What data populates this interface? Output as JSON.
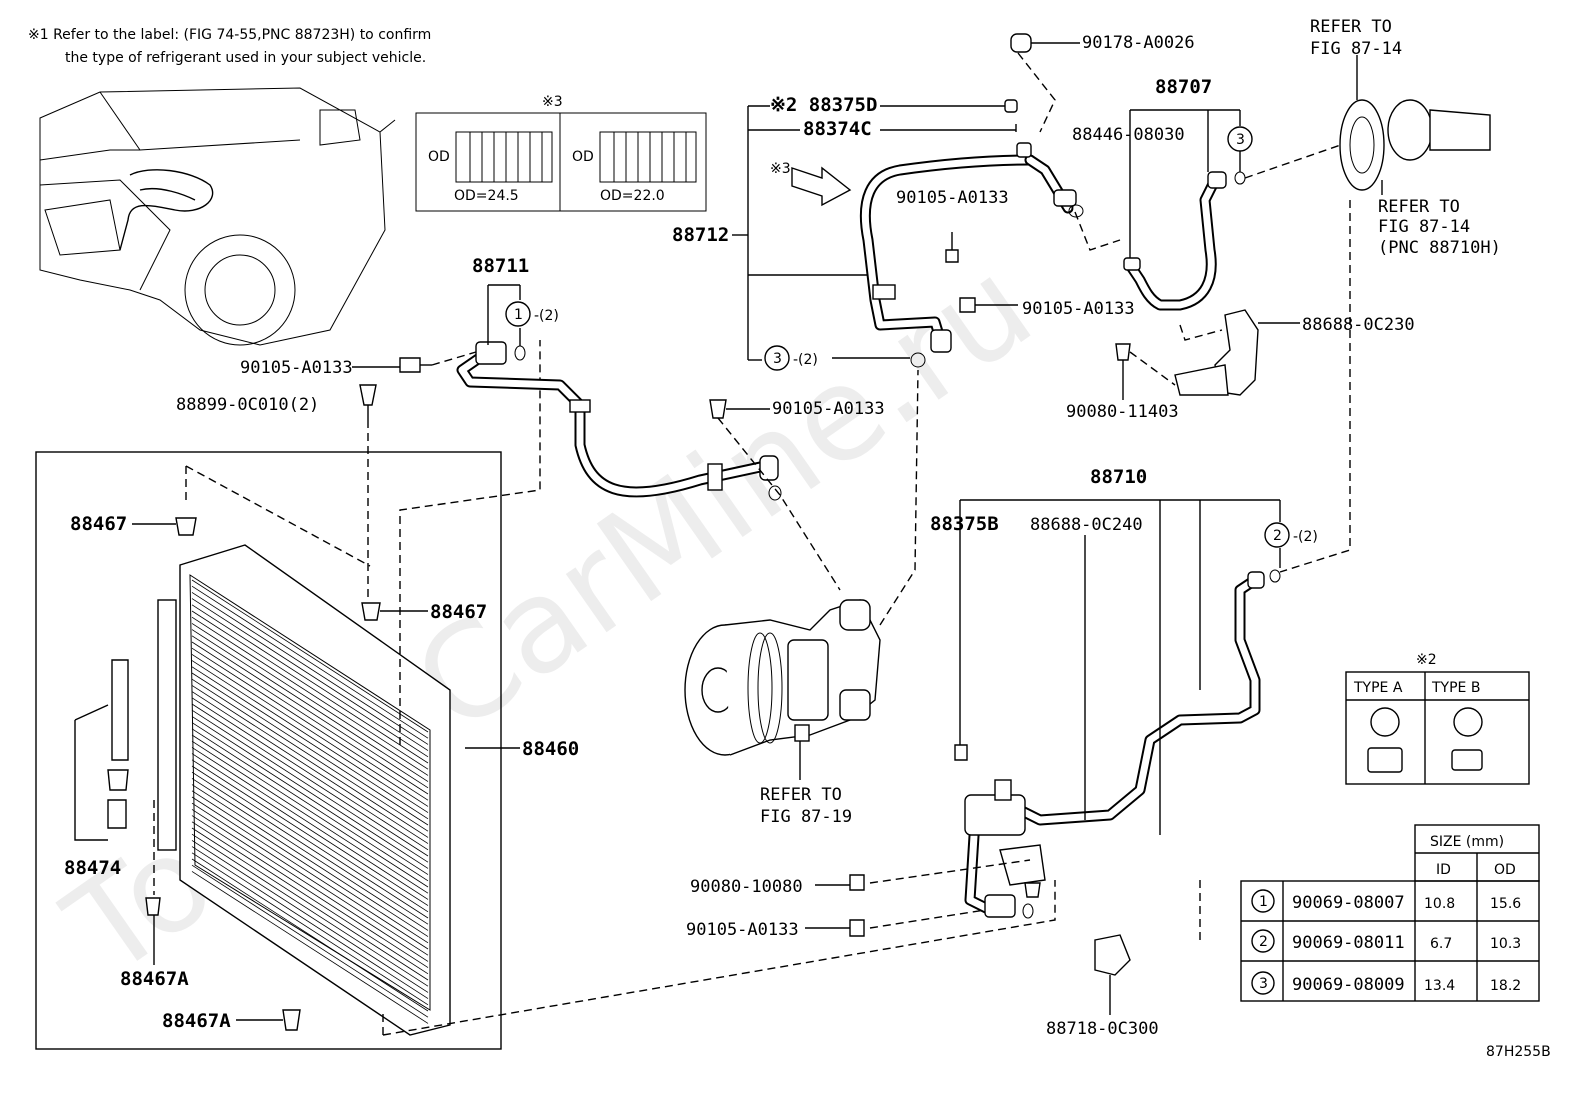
{
  "note": {
    "line1": "※1 Refer to the label: (FIG 74-55,PNC 88723H) to confirm",
    "line2": "the type of refrigerant used in your subject vehicle."
  },
  "watermark": "ToyotaCarMine.ru",
  "figure_code": "87H255B",
  "od_box": {
    "mark": "※3",
    "od_label": "OD",
    "left_value": "OD=24.5",
    "right_value": "OD=22.0"
  },
  "labels": {
    "l_90178_A0026": "90178-A0026",
    "l_88375D": "※2 88375D",
    "l_88374C": "88374C",
    "l_mark3_arrow": "※3",
    "l_88712": "88712",
    "l_90105_upper": "90105-A0133",
    "l_90105_mid": "90105-A0133",
    "l_88707": "88707",
    "l_88446_08030": "88446-08030",
    "l_88688_0C230": "88688-0C230",
    "l_90080_11403": "90080-11403",
    "l_88711": "88711",
    "l_90105_left": "90105-A0133",
    "l_88899_0C010": "88899-0C010(2)",
    "l_90105_comp": "90105-A0133",
    "l_88467_top": "88467",
    "l_88467_mid": "88467",
    "l_88460": "88460",
    "l_88474": "88474",
    "l_88467A_1": "88467A",
    "l_88467A_2": "88467A",
    "l_refer_comp_1": "REFER TO",
    "l_refer_comp_2": "FIG 87-19",
    "l_88710": "88710",
    "l_88375B": "88375B",
    "l_88688_0C240": "88688-0C240",
    "l_90080_10080": "90080-10080",
    "l_90105_bottom": "90105-A0133",
    "l_88718_0C300": "88718-0C300",
    "l_refer_top_1": "REFER TO",
    "l_refer_top_2": "FIG 87-14",
    "l_refer_right_1": "REFER TO",
    "l_refer_right_2": "FIG 87-14",
    "l_refer_right_3": "(PNC 88710H)",
    "oring_qty": "-(2)"
  },
  "type_table": {
    "mark": "※2",
    "col_a": "TYPE A",
    "col_b": "TYPE B"
  },
  "size_table": {
    "title": "SIZE (mm)",
    "col_id": "ID",
    "col_od": "OD",
    "rows": [
      {
        "ref": "1",
        "part": "90069-08007",
        "id": "10.8",
        "od": "15.6"
      },
      {
        "ref": "2",
        "part": "90069-08011",
        "id": "6.7",
        "od": "10.3"
      },
      {
        "ref": "3",
        "part": "90069-08009",
        "id": "13.4",
        "od": "18.2"
      }
    ]
  }
}
